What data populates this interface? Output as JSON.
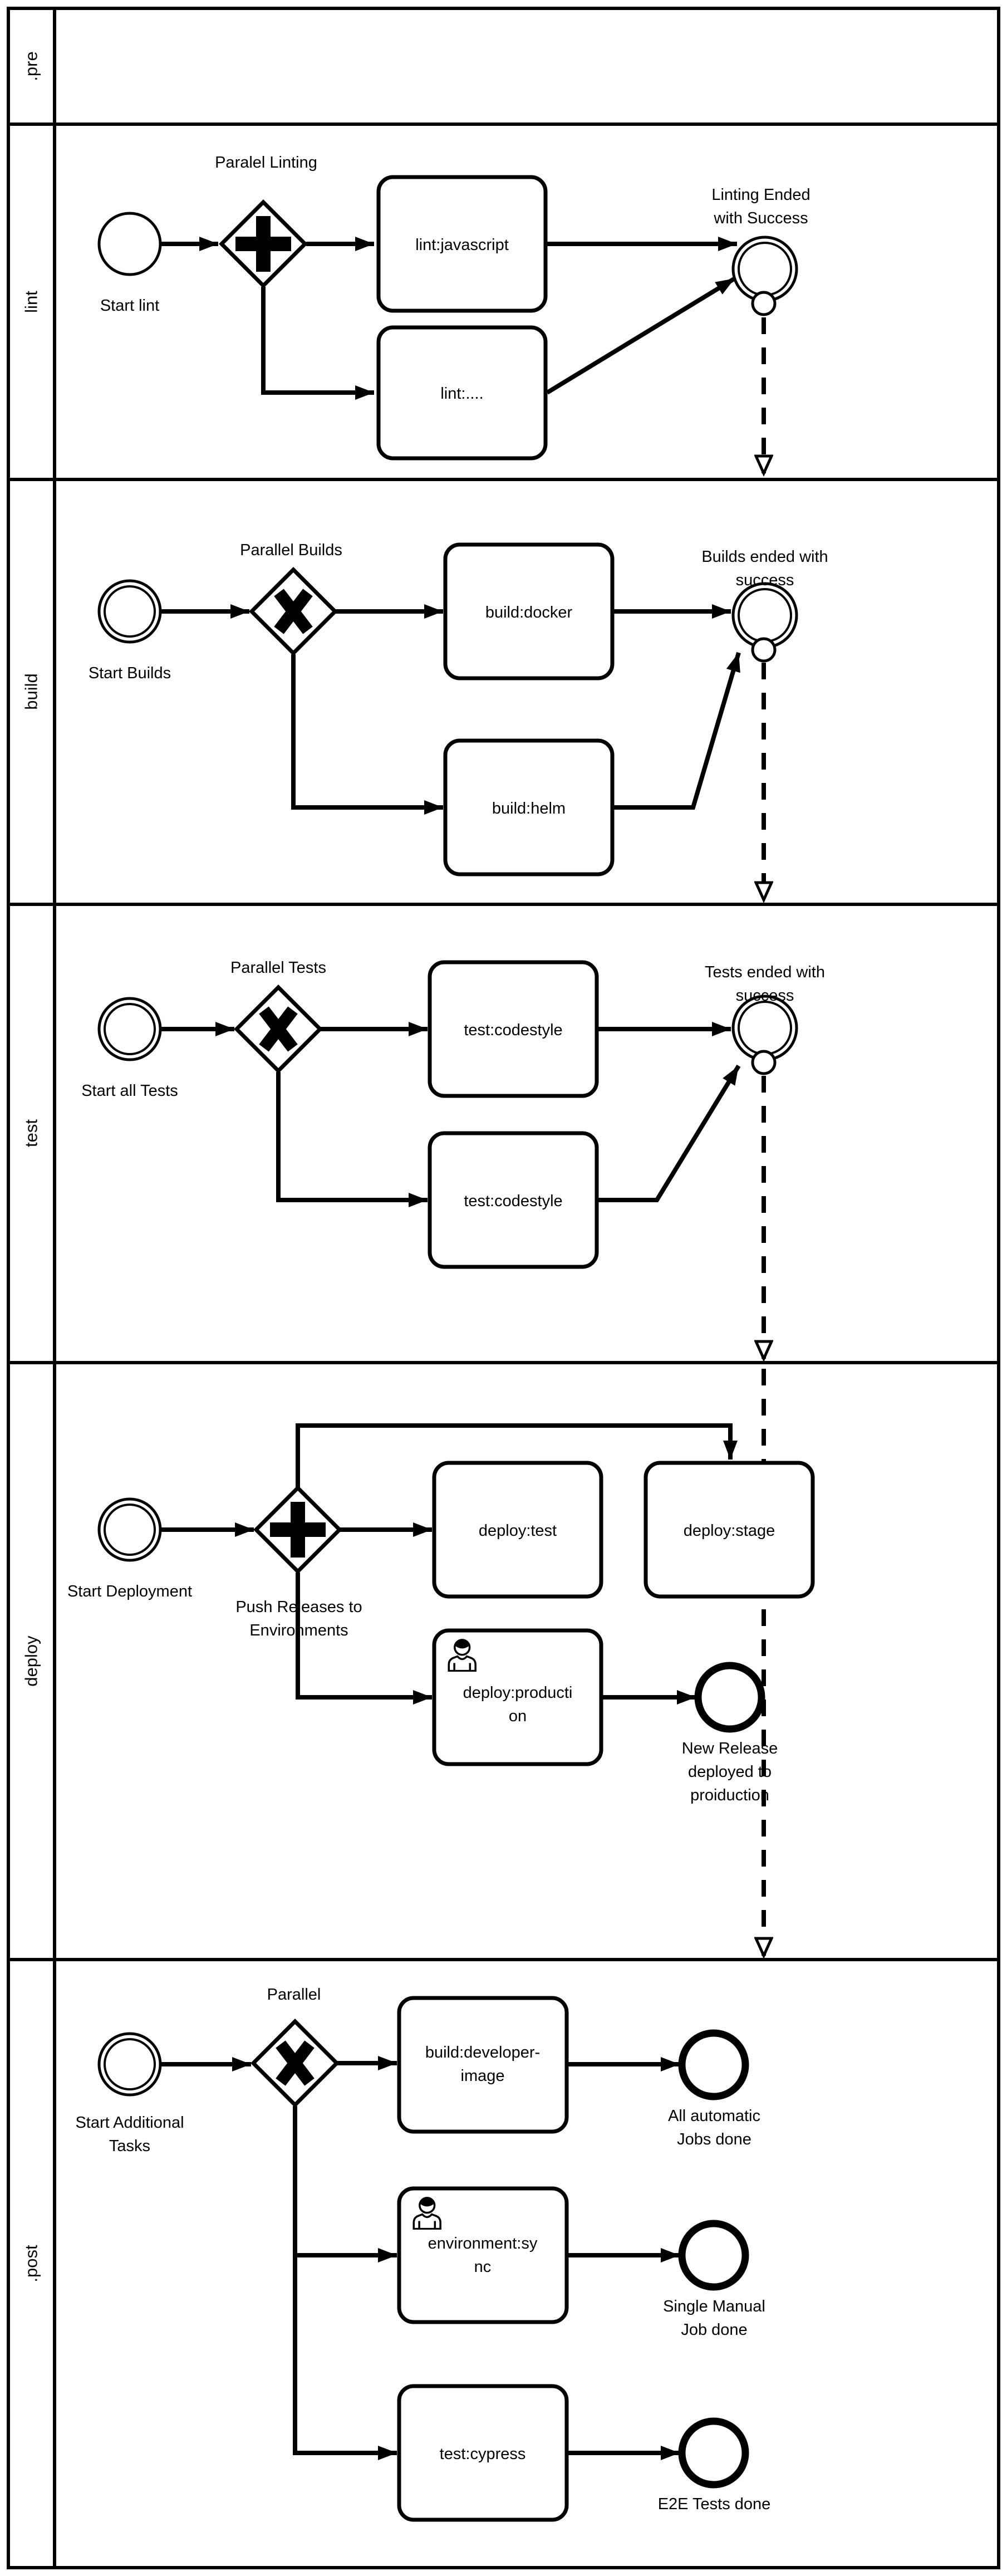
{
  "lanes": {
    "pre": {
      "label": ".pre"
    },
    "lint": {
      "label": "lint",
      "start_label": "Start lint",
      "gateway_label": "Paralel Linting",
      "task1": "lint:javascript",
      "task2": "lint:....",
      "end_line1": "Linting Ended",
      "end_line2": "with Success"
    },
    "build": {
      "label": "build",
      "start_label": "Start Builds",
      "gateway_label": "Parallel Builds",
      "task1": "build:docker",
      "task2": "build:helm",
      "end_line1": "Builds ended with",
      "end_line2": "success"
    },
    "test": {
      "label": "test",
      "start_label": "Start all Tests",
      "gateway_label": "Parallel Tests",
      "task1": "test:codestyle",
      "task2": "test:codestyle",
      "end_line1": "Tests ended with",
      "end_line2": "success"
    },
    "deploy": {
      "label": "deploy",
      "start_label": "Start Deployment",
      "gateway_label_line1": "Push Releases to",
      "gateway_label_line2": "Environments",
      "task_test": "deploy:test",
      "task_stage": "deploy:stage",
      "task_production_line1": "deploy:producti",
      "task_production_line2": "on",
      "end_line1": "New Release",
      "end_line2": "deployed to",
      "end_line3": "proiduction"
    },
    "post": {
      "label": ".post",
      "start_label_line1": "Start Additional",
      "start_label_line2": "Tasks",
      "gateway_label": "Parallel",
      "task1_line1": "build:developer-",
      "task1_line2": "image",
      "task2_line1": "environment:sy",
      "task2_line2": "nc",
      "task3": "test:cypress",
      "end1_line1": "All automatic",
      "end1_line2": "Jobs done",
      "end2_line1": "Single Manual",
      "end2_line2": "Job done",
      "end3": "E2E Tests done"
    }
  }
}
